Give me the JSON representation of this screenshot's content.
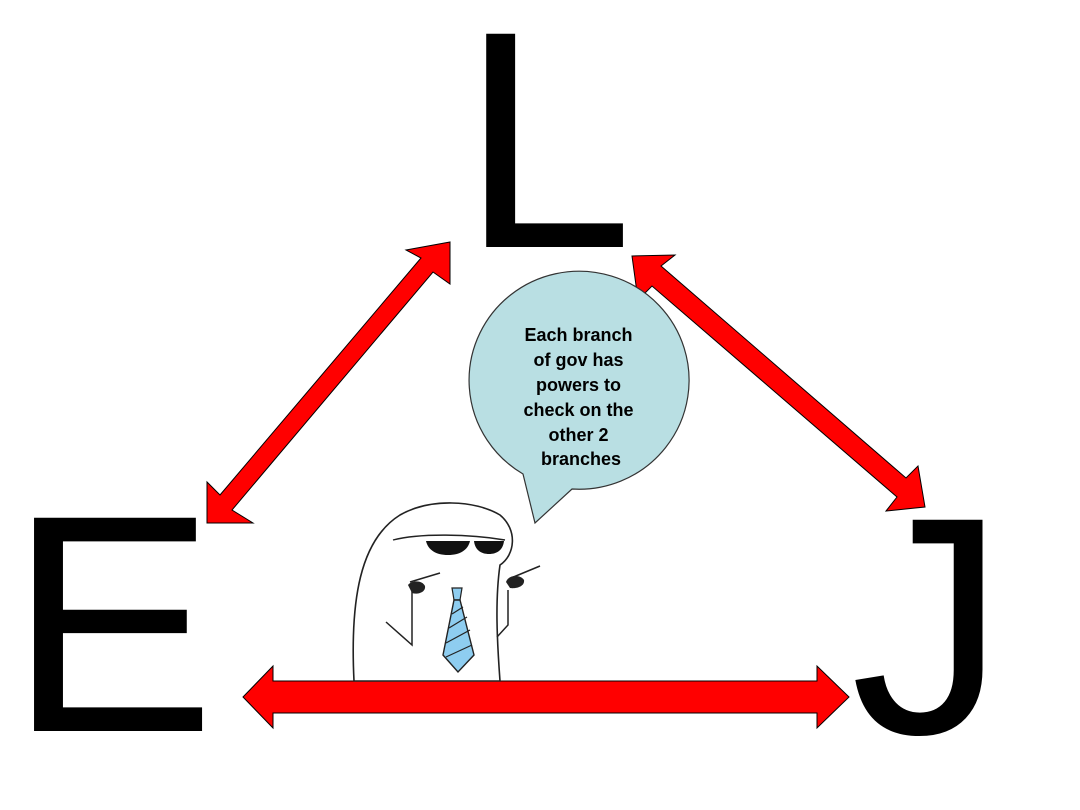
{
  "branches": {
    "top": "L",
    "left": "E",
    "right": "J"
  },
  "speech_bubble": {
    "lines": [
      "Each branch",
      "of gov has",
      "powers to",
      "check on the",
      "other 2",
      "branches"
    ]
  },
  "character": {
    "icon": "sunglasses-blob-with-tie-icon"
  },
  "colors": {
    "arrow_fill": "#ff0000",
    "bubble_fill": "#b9dfe3",
    "tie_fill": "#8ecdf0",
    "letter_fill": "#000000"
  }
}
